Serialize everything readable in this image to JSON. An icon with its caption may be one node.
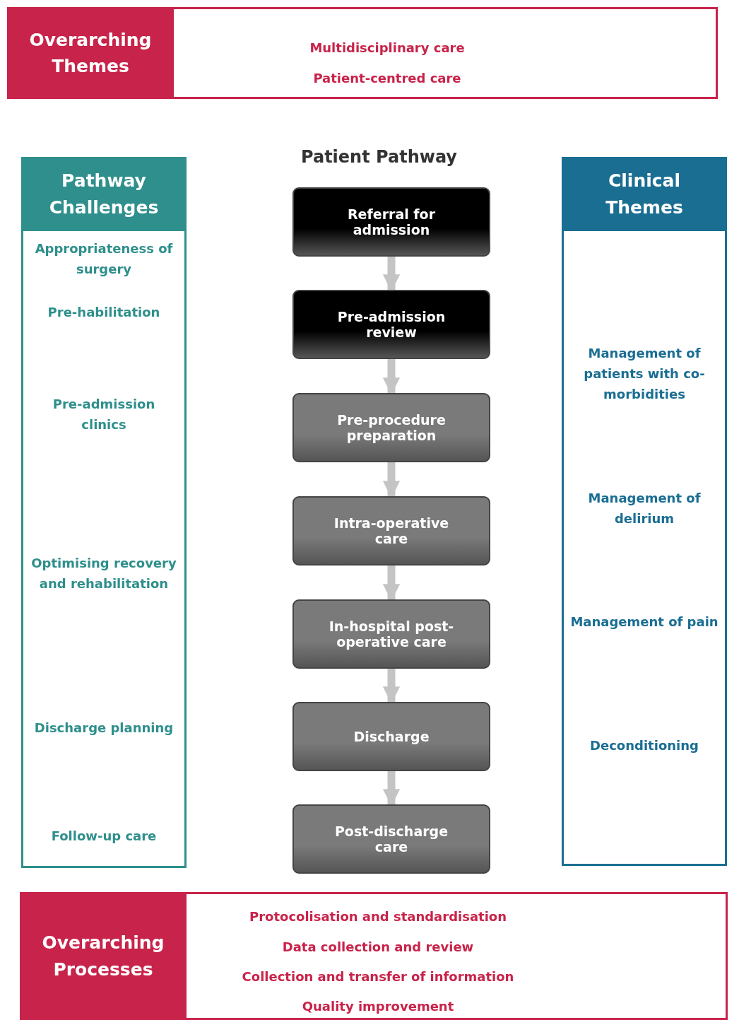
{
  "diagram": {
    "nodes": [
      {
        "text": [
          "Overarching Themes",
          "Multidisciplinary care",
          "Patient-centred care"
        ]
      },
      {
        "text": [
          "Pathway Challenges",
          "Appropriateness of surgery",
          "Pre-habilitation",
          "Pre-admission clinics",
          "Optimising recovery and rehabilitation",
          "Discharge planning",
          "Follow-up care"
        ]
      },
      {
        "text": [
          "Referral for admission"
        ]
      },
      {
        "text": [
          "Pre-admission review"
        ]
      },
      {
        "text": [
          "Pre-procedure preparation"
        ]
      },
      {
        "text": [
          "Intra-operative care"
        ]
      },
      {
        "text": [
          "In-hospital post-operative care"
        ]
      },
      {
        "text": [
          "Discharge"
        ]
      },
      {
        "text": [
          "Post-discharge care"
        ]
      },
      {
        "text": [
          "Clinical Themes",
          "Management of patients with co-morbidities",
          "Management of delirium",
          "Management of pain",
          "Deconditioning"
        ]
      },
      {
        "text": [
          "Overarching Processes",
          "Protocolisation and standardisation",
          "Data collection and review",
          "Collection and transfer of information",
          "Quality improvement"
        ]
      }
    ],
    "edges": [
      {
        "from": 2,
        "to": 3,
        "arrow": "to"
      },
      {
        "from": 3,
        "to": 4,
        "arrow": "to"
      },
      {
        "from": 4,
        "to": 5,
        "arrow": "to"
      },
      {
        "from": 5,
        "to": 6,
        "arrow": "to"
      },
      {
        "from": 6,
        "to": 7,
        "arrow": "to"
      },
      {
        "from": 7,
        "to": 8,
        "arrow": "to"
      }
    ],
    "labels": [
      "Patient Pathway"
    ]
  }
}
